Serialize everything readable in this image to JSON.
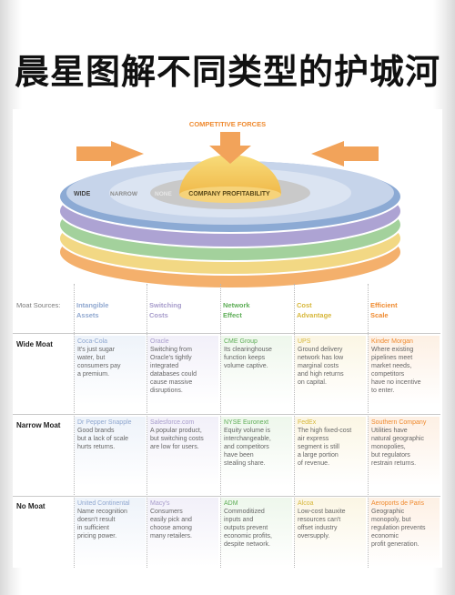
{
  "title": "晨星图解不同类型的护城河",
  "diagram": {
    "forces_label": "COMPETITIVE FORCES",
    "ring_labels": {
      "wide": "WIDE",
      "narrow": "NARROW",
      "none": "NONE"
    },
    "center_label": "COMPANY PROFITABILITY"
  },
  "colors": {
    "blue": "#8aa7d2",
    "purple": "#a99fd1",
    "green": "#9fd09a",
    "yellow": "#f1d77f",
    "orange": "#f3ad66",
    "arrow": "#f2a35a"
  },
  "table": {
    "sources_label": "Moat Sources:",
    "columns": [
      {
        "name": "Intangible\nAssets",
        "color": "#8fa7cf",
        "tint": "#eef3fa"
      },
      {
        "name": "Switching\nCosts",
        "color": "#a79ccb",
        "tint": "#f2f0f9"
      },
      {
        "name": "Network\nEffect",
        "color": "#5fae58",
        "tint": "#eef7ec"
      },
      {
        "name": "Cost\nAdvantage",
        "color": "#d7b73b",
        "tint": "#fbf6e4"
      },
      {
        "name": "Efficient\nScale",
        "color": "#ef8a2f",
        "tint": "#fdf0e4"
      }
    ],
    "rows": [
      {
        "label": "Wide Moat",
        "cells": [
          {
            "company": "Coca-Cola",
            "text": "It's just sugar\nwater, but\nconsumers pay\na premium."
          },
          {
            "company": "Oracle",
            "text": "Switching from\nOracle's tightly\nintegrated\ndatabases could\ncause massive\ndisruptions."
          },
          {
            "company": "CME Group",
            "text": "Its clearinghouse\nfunction keeps\nvolume captive."
          },
          {
            "company": "UPS",
            "text": "Ground delivery\nnetwork has low\nmarginal costs\nand high returns\non capital."
          },
          {
            "company": "Kinder Morgan",
            "text": "Where existing\npipelines meet\nmarket needs,\ncompetitors\nhave no incentive\nto enter."
          }
        ]
      },
      {
        "label": "Narrow Moat",
        "cells": [
          {
            "company": "Dr Pepper Snapple",
            "text": "Good brands\nbut a lack of scale\nhurts returns."
          },
          {
            "company": "Salesforce.com",
            "text": "A popular product,\nbut switching costs\nare low for users."
          },
          {
            "company": "NYSE Euronext",
            "text": "Equity volume is\ninterchangeable,\nand competitors\nhave been\nstealing share."
          },
          {
            "company": "FedEx",
            "text": "The high fixed-cost\nair express\nsegment is still\na large portion\nof revenue."
          },
          {
            "company": "Southern Company",
            "text": "Utilities have\nnatural geographic\nmonopolies,\nbut regulators\nrestrain returns."
          }
        ]
      },
      {
        "label": "No Moat",
        "cells": [
          {
            "company": "United Continental",
            "text": "Name recognition\ndoesn't result\nin sufficient\npricing power."
          },
          {
            "company": "Macy's",
            "text": "Consumers\neasily pick and\nchoose among\nmany retailers."
          },
          {
            "company": "ADM",
            "text": "Commoditized\ninputs and\noutputs prevent\neconomic profits,\ndespite network."
          },
          {
            "company": "Alcoa",
            "text": "Low-cost bauxite\nresources can't\noffset industry\noversupply."
          },
          {
            "company": "Aeroports de Paris",
            "text": "Geographic\nmonopoly, but\nregulation prevents\neconomic\nprofit generation."
          }
        ]
      }
    ]
  }
}
